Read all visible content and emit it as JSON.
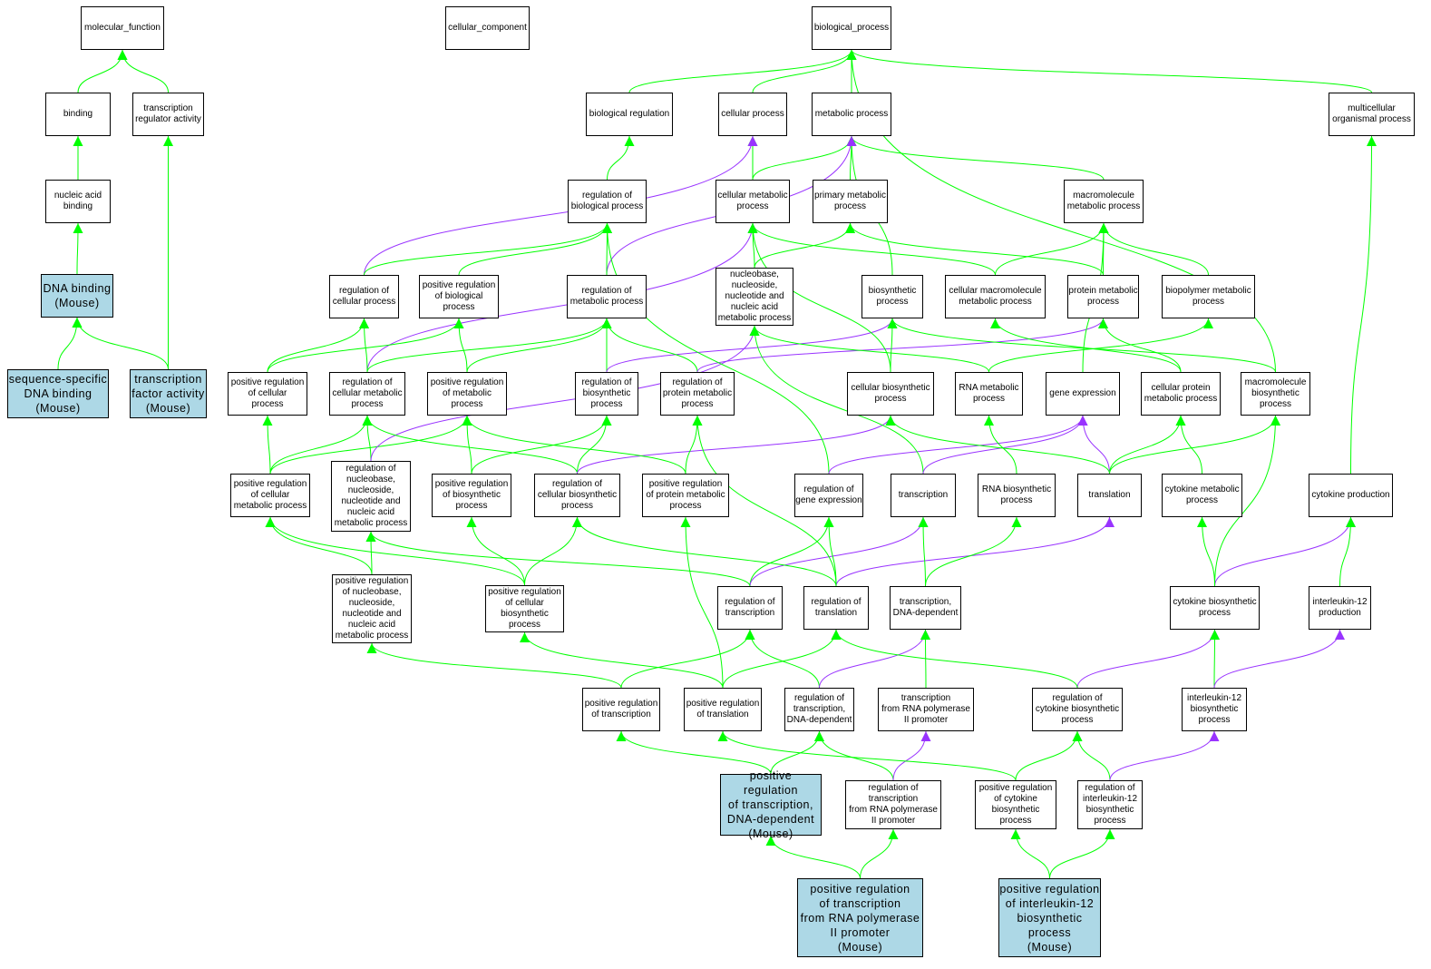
{
  "highlight_color": "#add8e6",
  "edge_colors": {
    "green": "#00ff00",
    "purple": "#9933ff"
  },
  "nodes": {
    "mf": {
      "label": "molecular_function"
    },
    "cc": {
      "label": "cellular_component"
    },
    "bp": {
      "label": "biological_process"
    },
    "binding": {
      "label": "binding"
    },
    "tra": {
      "label": "transcription\nregulator activity"
    },
    "br": {
      "label": "biological regulation"
    },
    "cp": {
      "label": "cellular process"
    },
    "mp": {
      "label": "metabolic process"
    },
    "mop": {
      "label": "multicellular\norganismal process"
    },
    "nab": {
      "label": "nucleic acid\nbinding"
    },
    "rbp": {
      "label": "regulation of\nbiological process"
    },
    "cmp": {
      "label": "cellular metabolic\nprocess"
    },
    "pmp": {
      "label": "primary metabolic\nprocess"
    },
    "macmp": {
      "label": "macromolecule\nmetabolic process"
    },
    "dnab": {
      "label": "DNA binding\n(Mouse)",
      "highlight": true
    },
    "rcp": {
      "label": "regulation of\ncellular process"
    },
    "prbp": {
      "label": "positive regulation\nof biological\nprocess"
    },
    "rmp": {
      "label": "regulation of\nmetabolic process"
    },
    "nnm": {
      "label": "nucleobase,\nnucleoside,\nnucleotide and\nnucleic acid\nmetabolic process"
    },
    "bsp": {
      "label": "biosynthetic\nprocess"
    },
    "cmmp": {
      "label": "cellular macromolecule\nmetabolic process"
    },
    "protmp": {
      "label": "protein metabolic\nprocess"
    },
    "bpmp": {
      "label": "biopolymer metabolic\nprocess"
    },
    "ssdb": {
      "label": "sequence-specific\nDNA binding\n(Mouse)",
      "highlight": true
    },
    "tfa": {
      "label": "transcription\nfactor activity\n(Mouse)",
      "highlight": true
    },
    "prcp": {
      "label": "positive regulation\nof cellular\nprocess"
    },
    "rcmp": {
      "label": "regulation of\ncellular metabolic\nprocess"
    },
    "prmp": {
      "label": "positive regulation\nof metabolic\nprocess"
    },
    "rbsp": {
      "label": "regulation of\nbiosynthetic\nprocess"
    },
    "rpmp": {
      "label": "regulation of\nprotein metabolic\nprocess"
    },
    "cbsp": {
      "label": "cellular biosynthetic\nprocess"
    },
    "rnamp": {
      "label": "RNA metabolic\nprocess"
    },
    "ge": {
      "label": "gene expression"
    },
    "cpmp": {
      "label": "cellular protein\nmetabolic process"
    },
    "mbsp": {
      "label": "macromolecule\nbiosynthetic\nprocess"
    },
    "prcmp": {
      "label": "positive regulation\nof cellular\nmetabolic process"
    },
    "rnnm": {
      "label": "regulation of\nnucleobase,\nnucleoside,\nnucleotide and\nnucleic acid\nmetabolic process"
    },
    "prbsp": {
      "label": "positive regulation\nof biosynthetic\nprocess"
    },
    "rcbsp": {
      "label": "regulation of\ncellular biosynthetic\nprocess"
    },
    "prpmp": {
      "label": "positive regulation\nof protein metabolic\nprocess"
    },
    "rge": {
      "label": "regulation of\ngene expression"
    },
    "tx": {
      "label": "transcription"
    },
    "rnabsp": {
      "label": "RNA biosynthetic\nprocess"
    },
    "tl": {
      "label": "translation"
    },
    "cytmp": {
      "label": "cytokine metabolic\nprocess"
    },
    "cytprod": {
      "label": "cytokine production"
    },
    "prnnm": {
      "label": "positive regulation\nof nucleobase,\nnucleoside,\nnucleotide and\nnucleic acid\nmetabolic process"
    },
    "prcbsp": {
      "label": "positive regulation\nof cellular\nbiosynthetic\nprocess"
    },
    "rtx": {
      "label": "regulation of\ntranscription"
    },
    "rtl": {
      "label": "regulation of\ntranslation"
    },
    "txdd": {
      "label": "transcription,\nDNA-dependent"
    },
    "cytbsp": {
      "label": "cytokine biosynthetic\nprocess"
    },
    "il12p": {
      "label": "interleukin-12\nproduction"
    },
    "prtx": {
      "label": "positive regulation\nof transcription"
    },
    "prtl": {
      "label": "positive regulation\nof translation"
    },
    "rtxdd": {
      "label": "regulation of\ntranscription,\nDNA-dependent"
    },
    "txrnap": {
      "label": "transcription\nfrom RNA polymerase\nII promoter"
    },
    "rcytbsp": {
      "label": "regulation of\ncytokine biosynthetic\nprocess"
    },
    "il12bsp": {
      "label": "interleukin-12\nbiosynthetic\nprocess"
    },
    "prtxdd": {
      "label": "positive regulation\nof transcription,\nDNA-dependent\n(Mouse)",
      "highlight": true
    },
    "rtxrnap": {
      "label": "regulation of\ntranscription\nfrom RNA polymerase\nII promoter"
    },
    "prcytbsp": {
      "label": "positive regulation\nof cytokine\nbiosynthetic\nprocess"
    },
    "ril12": {
      "label": "regulation of\ninterleukin-12\nbiosynthetic\nprocess"
    },
    "prtxrnap": {
      "label": "positive regulation\nof transcription\nfrom RNA polymerase\nII promoter\n(Mouse)",
      "highlight": true
    },
    "pril12": {
      "label": "positive regulation\nof interleukin-12\nbiosynthetic\nprocess\n(Mouse)",
      "highlight": true
    }
  },
  "edges": [
    [
      "binding",
      "mf",
      "green"
    ],
    [
      "tra",
      "mf",
      "green"
    ],
    [
      "nab",
      "binding",
      "green"
    ],
    [
      "dnab",
      "nab",
      "green"
    ],
    [
      "ssdb",
      "dnab",
      "green"
    ],
    [
      "tfa",
      "dnab",
      "green"
    ],
    [
      "tfa",
      "tra",
      "green"
    ],
    [
      "br",
      "bp",
      "green"
    ],
    [
      "cp",
      "bp",
      "green"
    ],
    [
      "mp",
      "bp",
      "green"
    ],
    [
      "mop",
      "bp",
      "green"
    ],
    [
      "mbsp",
      "bp",
      "green"
    ],
    [
      "cmp",
      "cp",
      "green"
    ],
    [
      "cmp",
      "mp",
      "green"
    ],
    [
      "pmp",
      "mp",
      "green"
    ],
    [
      "macmp",
      "mp",
      "green"
    ],
    [
      "bsp",
      "mp",
      "green"
    ],
    [
      "rbp",
      "br",
      "green"
    ],
    [
      "rcp",
      "cp",
      "purple"
    ],
    [
      "rcp",
      "rbp",
      "green"
    ],
    [
      "prbp",
      "rbp",
      "green"
    ],
    [
      "rmp",
      "mp",
      "purple"
    ],
    [
      "rmp",
      "rbp",
      "green"
    ],
    [
      "nnm",
      "cmp",
      "green"
    ],
    [
      "nnm",
      "pmp",
      "green"
    ],
    [
      "cmmp",
      "cmp",
      "green"
    ],
    [
      "cmmp",
      "macmp",
      "green"
    ],
    [
      "protmp",
      "pmp",
      "green"
    ],
    [
      "protmp",
      "macmp",
      "green"
    ],
    [
      "bpmp",
      "macmp",
      "green"
    ],
    [
      "rcmp",
      "cmp",
      "purple"
    ],
    [
      "rcmp",
      "rmp",
      "green"
    ],
    [
      "rcmp",
      "rcp",
      "green"
    ],
    [
      "prcp",
      "rcp",
      "green"
    ],
    [
      "prcp",
      "prbp",
      "green"
    ],
    [
      "prmp",
      "prbp",
      "green"
    ],
    [
      "prmp",
      "rmp",
      "green"
    ],
    [
      "rbsp",
      "rmp",
      "green"
    ],
    [
      "rbsp",
      "bsp",
      "purple"
    ],
    [
      "rpmp",
      "rmp",
      "green"
    ],
    [
      "rpmp",
      "protmp",
      "purple"
    ],
    [
      "cbsp",
      "bsp",
      "green"
    ],
    [
      "cbsp",
      "cmp",
      "green"
    ],
    [
      "rnamp",
      "nnm",
      "green"
    ],
    [
      "rnamp",
      "bpmp",
      "green"
    ],
    [
      "ge",
      "macmp",
      "green"
    ],
    [
      "cpmp",
      "protmp",
      "green"
    ],
    [
      "cpmp",
      "cmmp",
      "green"
    ],
    [
      "mbsp",
      "bsp",
      "green"
    ],
    [
      "prcmp",
      "prcp",
      "green"
    ],
    [
      "prcmp",
      "rcmp",
      "green"
    ],
    [
      "prcmp",
      "prmp",
      "green"
    ],
    [
      "rnnm",
      "rcmp",
      "green"
    ],
    [
      "rnnm",
      "nnm",
      "purple"
    ],
    [
      "prbsp",
      "prmp",
      "green"
    ],
    [
      "prbsp",
      "rbsp",
      "green"
    ],
    [
      "rcbsp",
      "rcmp",
      "green"
    ],
    [
      "rcbsp",
      "rbsp",
      "green"
    ],
    [
      "rcbsp",
      "cbsp",
      "purple"
    ],
    [
      "prpmp",
      "prmp",
      "green"
    ],
    [
      "prpmp",
      "rpmp",
      "green"
    ],
    [
      "rge",
      "rbp",
      "green"
    ],
    [
      "rge",
      "ge",
      "purple"
    ],
    [
      "tx",
      "nnm",
      "green"
    ],
    [
      "tx",
      "ge",
      "purple"
    ],
    [
      "rnabsp",
      "rnamp",
      "green"
    ],
    [
      "tl",
      "cbsp",
      "green"
    ],
    [
      "tl",
      "ge",
      "purple"
    ],
    [
      "tl",
      "cpmp",
      "green"
    ],
    [
      "tl",
      "mbsp",
      "green"
    ],
    [
      "cytmp",
      "cpmp",
      "green"
    ],
    [
      "cytprod",
      "mop",
      "green"
    ],
    [
      "prnnm",
      "rnnm",
      "green"
    ],
    [
      "prnnm",
      "prcmp",
      "green"
    ],
    [
      "prcbsp",
      "prcmp",
      "green"
    ],
    [
      "prcbsp",
      "rcbsp",
      "green"
    ],
    [
      "prcbsp",
      "prbsp",
      "green"
    ],
    [
      "rtx",
      "rge",
      "green"
    ],
    [
      "rtx",
      "tx",
      "purple"
    ],
    [
      "rtx",
      "rnnm",
      "green"
    ],
    [
      "rtl",
      "rge",
      "green"
    ],
    [
      "rtl",
      "tl",
      "purple"
    ],
    [
      "rtl",
      "rpmp",
      "green"
    ],
    [
      "rtl",
      "rcbsp",
      "green"
    ],
    [
      "txdd",
      "tx",
      "green"
    ],
    [
      "txdd",
      "rnabsp",
      "green"
    ],
    [
      "cytbsp",
      "cytmp",
      "green"
    ],
    [
      "cytbsp",
      "cytprod",
      "purple"
    ],
    [
      "cytbsp",
      "mbsp",
      "green"
    ],
    [
      "il12p",
      "cytprod",
      "green"
    ],
    [
      "prtx",
      "rtx",
      "green"
    ],
    [
      "prtx",
      "prnnm",
      "green"
    ],
    [
      "prtl",
      "rtl",
      "green"
    ],
    [
      "prtl",
      "prcbsp",
      "green"
    ],
    [
      "prtl",
      "prpmp",
      "green"
    ],
    [
      "rtxdd",
      "rtx",
      "green"
    ],
    [
      "rtxdd",
      "txdd",
      "purple"
    ],
    [
      "txrnap",
      "txdd",
      "green"
    ],
    [
      "rcytbsp",
      "cytbsp",
      "purple"
    ],
    [
      "rcytbsp",
      "rtl",
      "green"
    ],
    [
      "il12bsp",
      "cytbsp",
      "green"
    ],
    [
      "il12bsp",
      "il12p",
      "purple"
    ],
    [
      "prtxdd",
      "prtx",
      "green"
    ],
    [
      "prtxdd",
      "rtxdd",
      "green"
    ],
    [
      "rtxrnap",
      "rtxdd",
      "green"
    ],
    [
      "rtxrnap",
      "txrnap",
      "purple"
    ],
    [
      "prcytbsp",
      "rcytbsp",
      "green"
    ],
    [
      "prcytbsp",
      "prtl",
      "green"
    ],
    [
      "ril12",
      "rcytbsp",
      "green"
    ],
    [
      "ril12",
      "il12bsp",
      "purple"
    ],
    [
      "prtxrnap",
      "prtxdd",
      "green"
    ],
    [
      "prtxrnap",
      "rtxrnap",
      "green"
    ],
    [
      "pril12",
      "prcytbsp",
      "green"
    ],
    [
      "pril12",
      "ril12",
      "green"
    ]
  ]
}
